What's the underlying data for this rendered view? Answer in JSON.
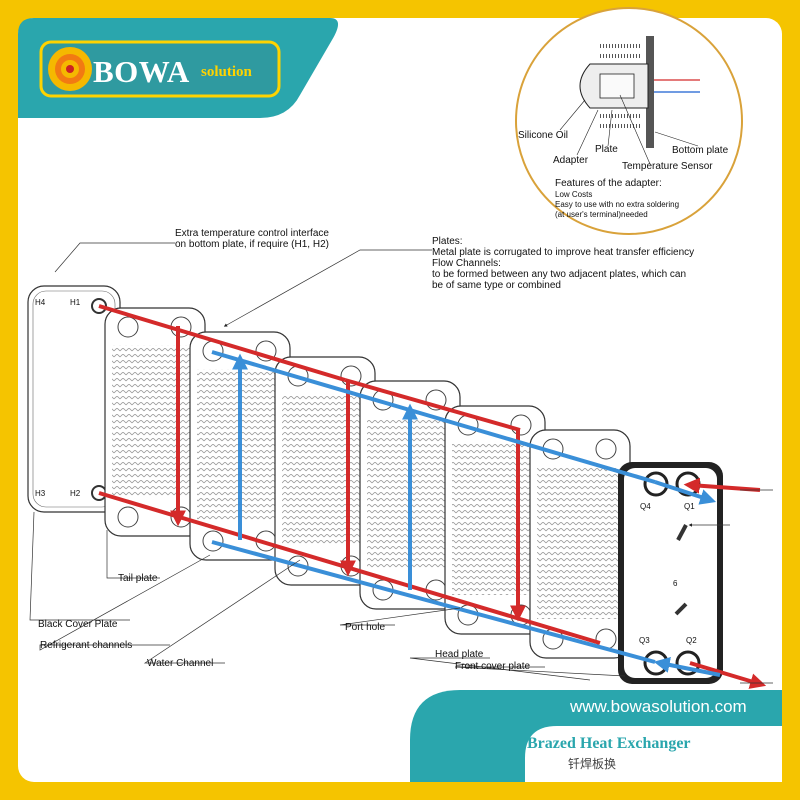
{
  "brand": {
    "name": "BOWA",
    "suffix": "solution"
  },
  "website": "www.bowasolution.com",
  "product": {
    "title": "Brazed Heat Exchanger",
    "subtitle_cn": "钎焊板换"
  },
  "colors": {
    "background": "#f5c400",
    "teal": "#2aa6ad",
    "panel": "#ffffff",
    "refrigerant_flow": "#d42a2a",
    "water_flow": "#3a8fd8"
  },
  "inset": {
    "labels": {
      "silicone_oil": "Silicone Oil",
      "plate": "Plate",
      "adapter": "Adapter",
      "bottom_plate": "Bottom plate",
      "temperature_sensor": "Temperature Sensor"
    },
    "features_title": "Features of the adapter:",
    "features": [
      "Low Costs",
      "Easy to use with no extra soldering",
      "(at user's terminal)needed"
    ]
  },
  "annotations": {
    "extra_interface": [
      "Extra temperature control interface",
      "on bottom plate, if require (H1, H2)"
    ],
    "plates": [
      "Plates:",
      "Metal plate is corrugated to improve heat transfer efficiency",
      "Flow Channels:",
      "to be formed between any two adjacent plates, which can",
      "be of same type or combined"
    ],
    "tail_plate": "Tail plate",
    "black_cover_plate": "Black Cover Plate",
    "refrigerant_channels": "Refrigerant channels",
    "water_channel": "Water Channel",
    "port_hole": "Port hole",
    "head_plate": "Head plate",
    "front_cover_plate": "Front cover plate"
  },
  "ports": {
    "h4": "H4",
    "h1": "H1",
    "h3": "H3",
    "h2": "H2",
    "q4": "Q4",
    "q1": "Q1",
    "q3": "Q3",
    "q2": "Q2",
    "center_mark": "6"
  }
}
